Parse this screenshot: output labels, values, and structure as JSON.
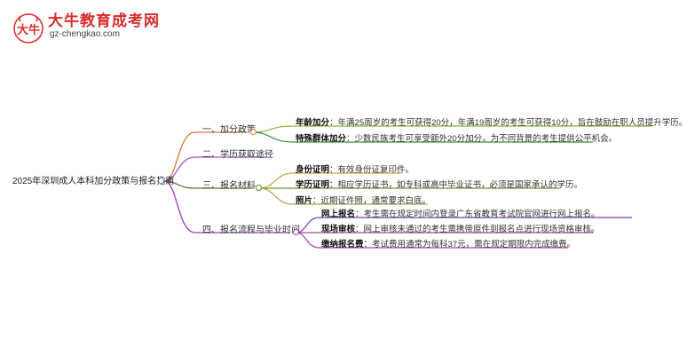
{
  "logo": {
    "title": "大牛教育成考网",
    "url_text": "gz-chengkao.com",
    "mark_icon": "bull-head-logo-icon",
    "mark_letters": "大牛"
  },
  "mindmap": {
    "root": "2025年深圳成人本科加分政策与报名指南",
    "branches": [
      {
        "label": "一、加分政策",
        "color": "#d9763a",
        "leaves": [
          {
            "key": "年龄加分",
            "text": "年满25周岁的考生可获得20分，年满19周岁的考生可获得10分，旨在鼓励在职人员提升学历。"
          },
          {
            "key": "特殊群体加分",
            "text": "少数民族考生可享受额外20分加分，为不同背景的考生提供公平机会。"
          }
        ]
      },
      {
        "label": "二、学历获取途径",
        "color": "#9b59c9",
        "leaves": []
      },
      {
        "label": "三、报名材料",
        "color": "#5b7f2a",
        "leaves": [
          {
            "key": "身份证明",
            "text": "有效身份证复印件。"
          },
          {
            "key": "学历证明",
            "text": "相应学历证书，如专科或高中毕业证书，必须是国家承认的学历。"
          },
          {
            "key": "照片",
            "text": "近期证件照，通常要求白底。"
          }
        ]
      },
      {
        "label": "四、报名流程与毕业时间",
        "color": "#9b3fb0",
        "leaves": [
          {
            "key": "网上报名",
            "text": "考生需在规定时间内登录广东省教育考试院官网进行网上报名。"
          },
          {
            "key": "现场审核",
            "text": "网上审核未通过的考生需携带原件到报名点进行现场资格审核。"
          },
          {
            "key": "缴纳报名费",
            "text": "考试费用通常为每科37元，需在规定期限内完成缴费。"
          }
        ]
      }
    ],
    "leaf_colors": [
      "#8fb33a",
      "#3e8f3e",
      "#d4a23a",
      "#6a9a2a",
      "#b8a04a",
      "#7e3fb0",
      "#9b4a9b",
      "#b0409b"
    ]
  }
}
